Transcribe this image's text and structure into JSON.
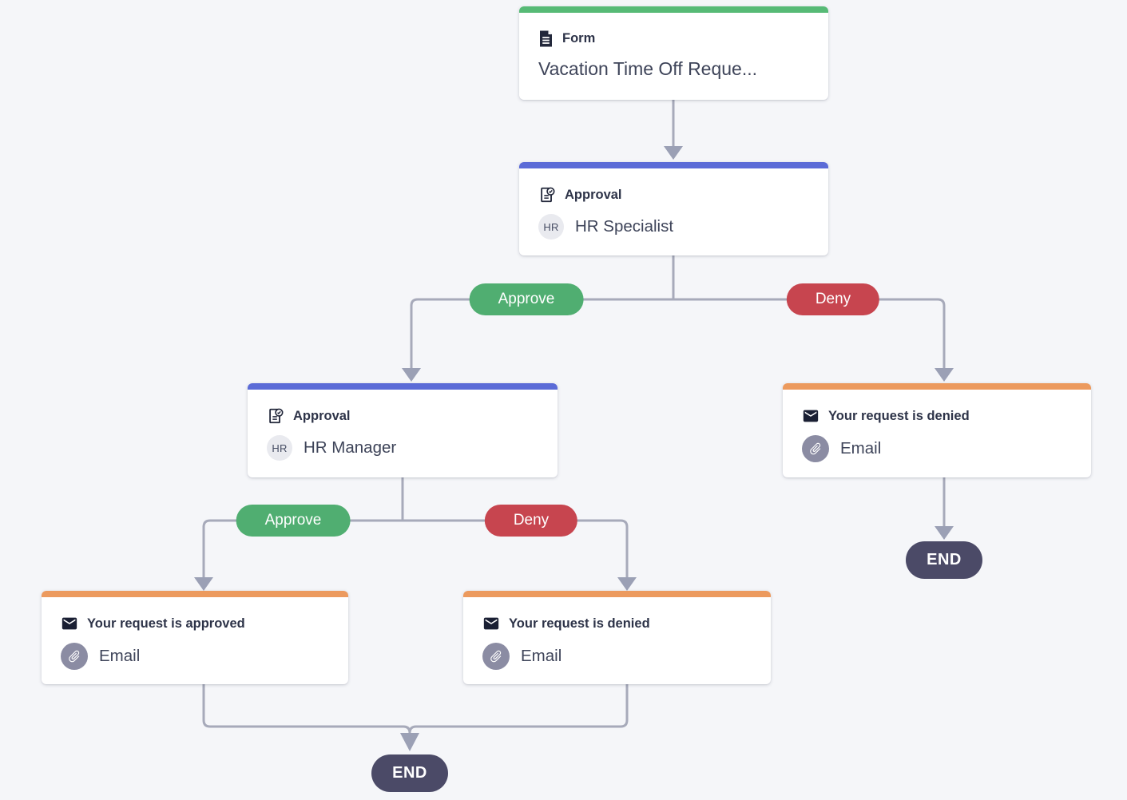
{
  "diagram": {
    "background": "#f5f6f9",
    "connector_color": "#a7aaba",
    "arrowhead_color": "#9ba0b5",
    "nodes": {
      "form": {
        "type_label": "Form",
        "title": "Vacation Time Off Reque...",
        "accent": "#57ba76"
      },
      "approval_hr_specialist": {
        "type_label": "Approval",
        "assignee": "HR Specialist",
        "avatar_initials": "HR",
        "accent": "#5b6bd7"
      },
      "approval_hr_manager": {
        "type_label": "Approval",
        "assignee": "HR Manager",
        "avatar_initials": "HR",
        "accent": "#5b6bd7"
      },
      "email_denied_right": {
        "type_label": "Your request is denied",
        "channel": "Email",
        "accent": "#ec9a5e"
      },
      "email_approved": {
        "type_label": "Your request is approved",
        "channel": "Email",
        "accent": "#ec9a5e"
      },
      "email_denied_center": {
        "type_label": "Your request is denied",
        "channel": "Email",
        "accent": "#ec9a5e"
      }
    },
    "branches": {
      "approve_label": "Approve",
      "deny_label": "Deny",
      "approve_color": "#50ae71",
      "deny_color": "#c7454f"
    },
    "end": {
      "label": "END",
      "color": "#4b4a67"
    }
  }
}
